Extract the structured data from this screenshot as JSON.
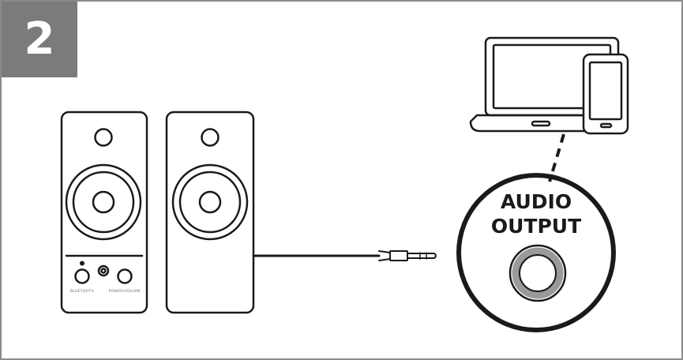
{
  "step": {
    "number": "2",
    "badge_color": "#7b7b7b"
  },
  "devices": [
    "laptop-icon",
    "smartphone-icon"
  ],
  "audio_output": {
    "line1": "AUDIO",
    "line2": "OUTPUT",
    "port_ring_color": "#9a9a9a"
  },
  "speaker_labels": {
    "left_button": "BLUETOOTH",
    "right_button": "POWER/VOLUME"
  },
  "colors": {
    "stroke": "#1a1a1a",
    "frame": "#8a8a8a"
  }
}
